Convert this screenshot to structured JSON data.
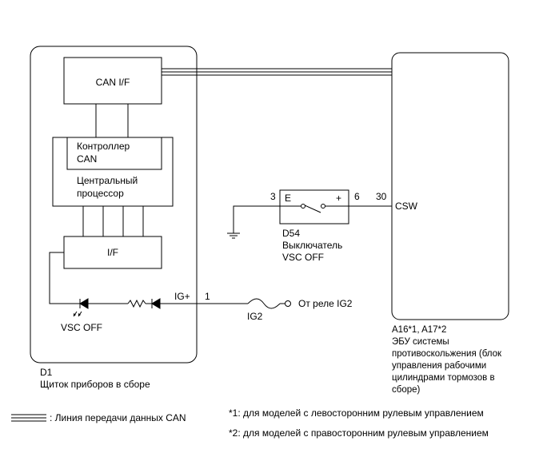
{
  "combination_meter": {
    "connector": "D1",
    "name": "Щиток приборов в сборе",
    "can_if": "CAN I/F",
    "can_controller": [
      "Контроллер",
      "CAN"
    ],
    "cpu": [
      "Центральный",
      "процессор"
    ],
    "if": "I/F",
    "vsc_off_indicator": "VSC OFF",
    "ig_plus": "IG+",
    "ig_plus_pin": "1"
  },
  "ig2_fuse": "IG2",
  "from_relay": "От реле IG2",
  "switch": {
    "connector": "D54",
    "name": [
      "Выключатель",
      "VSC OFF"
    ],
    "terminal_e": "E",
    "terminal_plus": "+",
    "pin_e": "3",
    "pin_plus": "6"
  },
  "ecu": {
    "connector": "A16*1, A17*2",
    "name": [
      "ЭБУ системы",
      "противоскольжения (блок",
      "управления рабочими",
      "цилиндрами тормозов в",
      "сборе)"
    ],
    "pin": "30",
    "csw": "CSW"
  },
  "legend": {
    "can_line": ": Линия передачи данных CAN",
    "note1": "*1: для моделей с левосторонним рулевым управлением",
    "note2": "*2: для моделей с правосторонним рулевым управлением"
  },
  "colors": {
    "line": "#000000",
    "background": "#ffffff"
  }
}
